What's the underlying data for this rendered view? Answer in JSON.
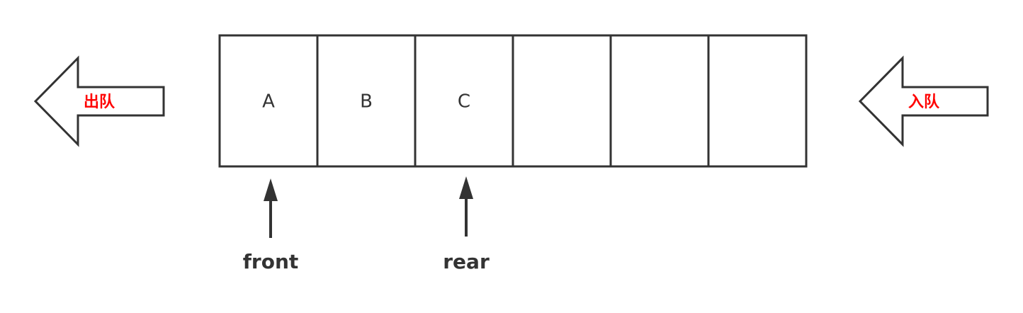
{
  "queue": {
    "cells": [
      "A",
      "B",
      "C",
      "",
      "",
      ""
    ]
  },
  "dequeue": {
    "label": "出队",
    "direction": "left"
  },
  "enqueue": {
    "label": "入队",
    "direction": "left"
  },
  "pointers": {
    "front": {
      "label": "front",
      "cell_index": 0
    },
    "rear": {
      "label": "rear",
      "cell_index": 2
    }
  },
  "colors": {
    "stroke": "#333333",
    "label_red": "#ff0000",
    "background": "#ffffff"
  }
}
